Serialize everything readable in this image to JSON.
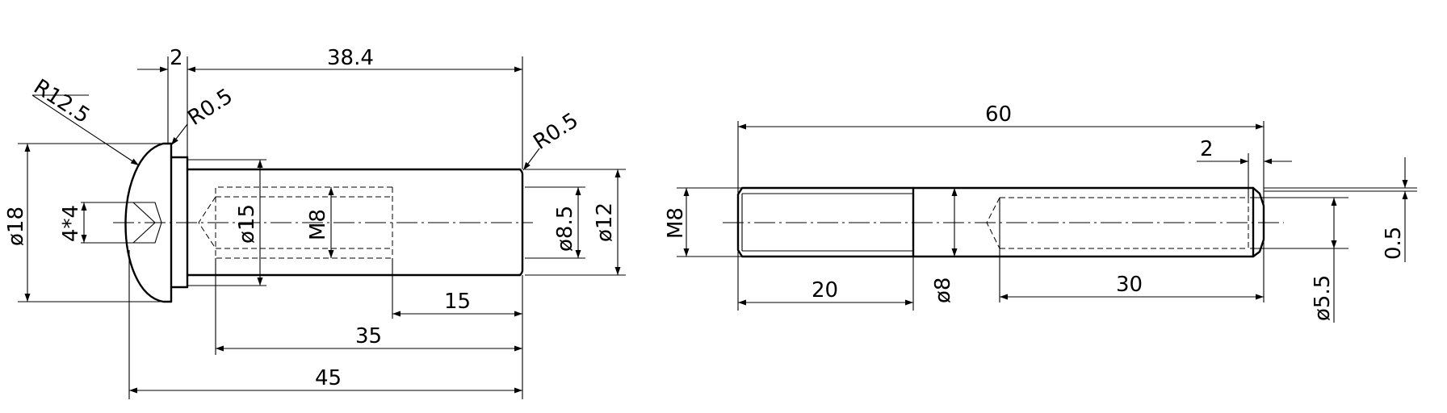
{
  "drawing": {
    "left_part": {
      "radius_head": "R12.5",
      "radius_fillet_head": "R0.5",
      "radius_fillet_end": "R0.5",
      "chamfer_length": "2",
      "shank_length": "38.4",
      "head_diameter": "ø18",
      "socket_size": "4*4",
      "counterbore_diameter": "ø15",
      "thread": "M8",
      "pilot_diameter": "ø8.5",
      "shank_diameter": "ø12",
      "thread_depth": "15",
      "bore_depth": "35",
      "total_length": "45"
    },
    "right_part": {
      "total_length": "60",
      "chamfer": "2",
      "thread": "M8",
      "thread_length": "20",
      "rod_diameter": "ø8",
      "bore_depth": "30",
      "bore_diameter": "ø5.5",
      "step": "0.5"
    }
  }
}
